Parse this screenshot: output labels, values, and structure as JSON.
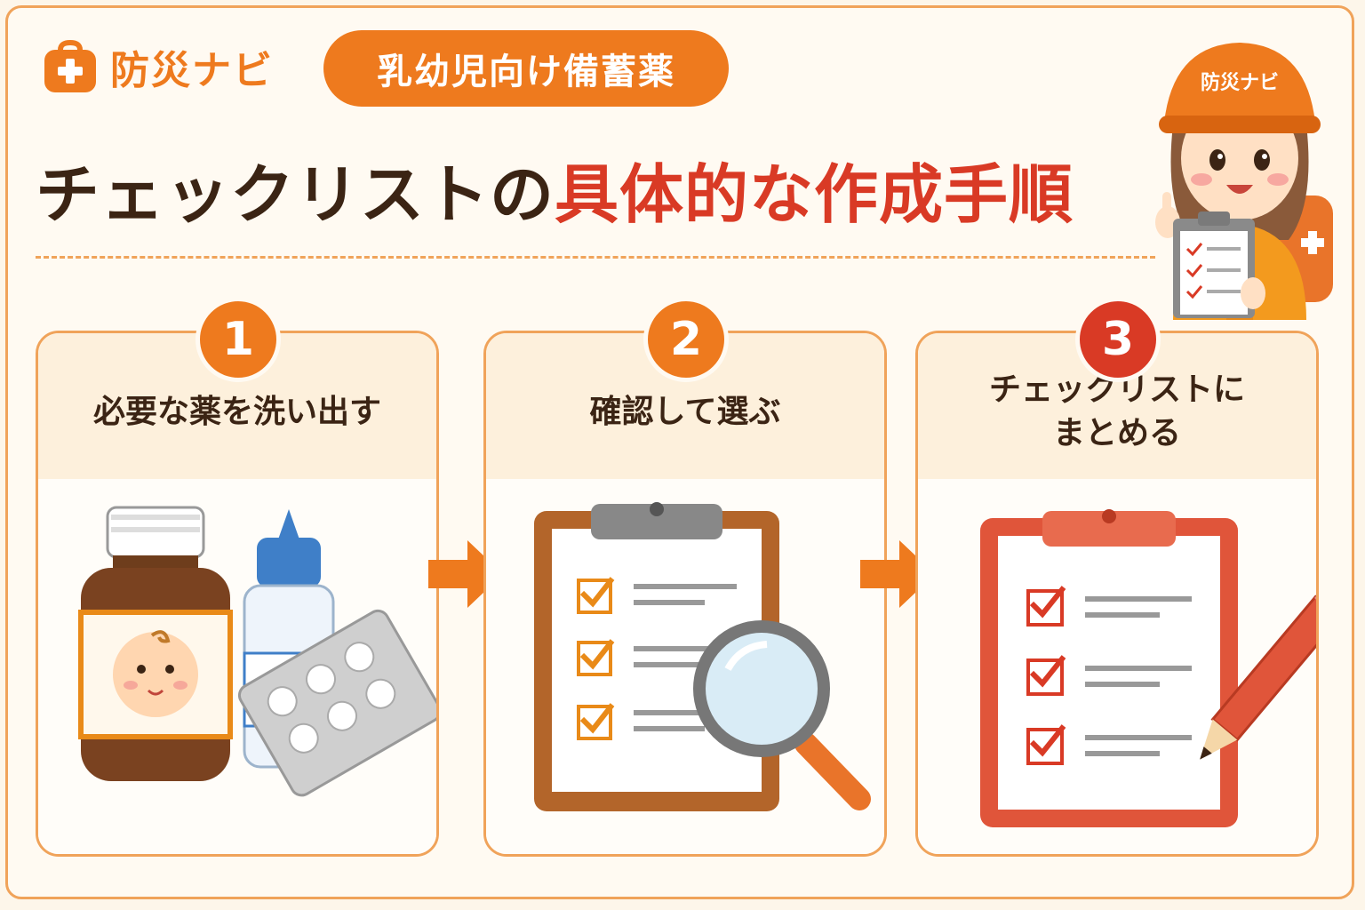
{
  "brand": {
    "name": "防災ナビ",
    "color": "#ee7a1e"
  },
  "tag": "乳幼児向け備蓄薬",
  "title": {
    "part1": "チェックリストの",
    "part2": "具体的な作成手順"
  },
  "mascot": {
    "helmet_text": "防災ナビ"
  },
  "steps": [
    {
      "number": "1",
      "label": "必要な薬を洗い出す",
      "badge_color": "#ee7a1e",
      "icon": "medicine-bottle-icon"
    },
    {
      "number": "2",
      "label": "確認して選ぶ",
      "badge_color": "#ee7a1e",
      "icon": "clipboard-magnifier-icon"
    },
    {
      "number": "3",
      "label_line1": "チェックリストに",
      "label_line2": "まとめる",
      "badge_color": "#d93a25",
      "icon": "clipboard-pencil-icon"
    }
  ],
  "colors": {
    "accent": "#ee7a1e",
    "highlight": "#d93a25",
    "text": "#3b2414",
    "border": "#f0a35a"
  }
}
